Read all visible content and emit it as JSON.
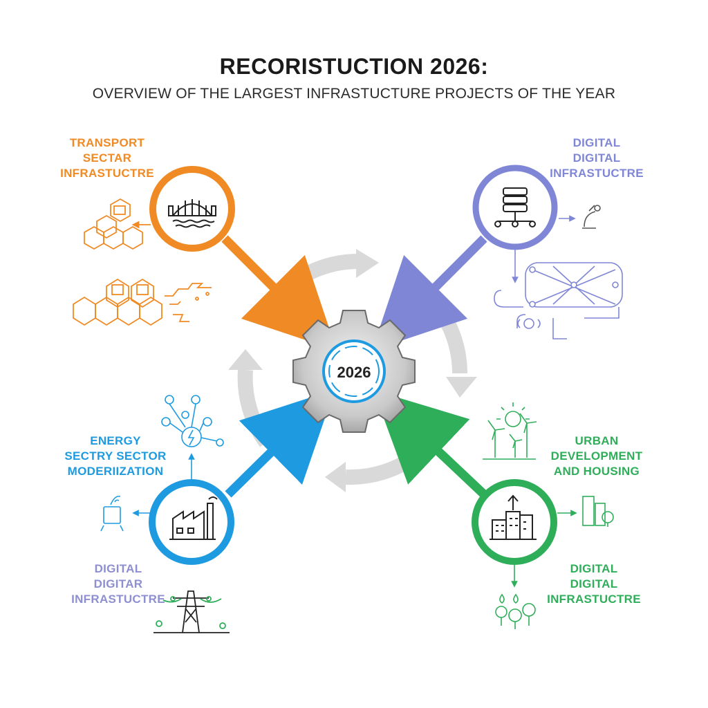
{
  "header": {
    "title": "RECORISTUCTION 2026:",
    "subtitle": "OVERVIEW OF THE LARGEST INFRASTUCTURE PROJECTS OF THE YEAR"
  },
  "hub": {
    "year": "2026"
  },
  "sectors": {
    "transport": {
      "lines": [
        "TRANSPORT",
        "SECTAR",
        "INFRASTUCTRE"
      ],
      "color": "#f08a24"
    },
    "digital_top": {
      "lines": [
        "DIGITAL",
        "DIGITAL",
        "INFRASTUCTRE"
      ],
      "color": "#7f86d6"
    },
    "energy": {
      "lines": [
        "ENERGY",
        "SECTRY SECTOR",
        "MODERIIZATION"
      ],
      "color": "#1e9be0"
    },
    "urban": {
      "lines": [
        "URBAN",
        "DEVELOPMENT",
        "AND HOUSING"
      ],
      "color": "#2fae5a"
    },
    "digital_bottom_left": {
      "lines": [
        "DIGITAL",
        "DIGITAR",
        "INFRASTUCTRE"
      ],
      "color": "#8e8fd0"
    },
    "digital_bottom_right": {
      "lines": [
        "DIGITAL",
        "DIGITAL",
        "INFRASTUCTRE"
      ],
      "color": "#2fae5a"
    }
  },
  "icons": {
    "transport": "bridge-icon",
    "digital": "server-database-icon",
    "energy": "factory-icon",
    "urban": "city-buildings-icon",
    "hub": "gear-icon"
  }
}
